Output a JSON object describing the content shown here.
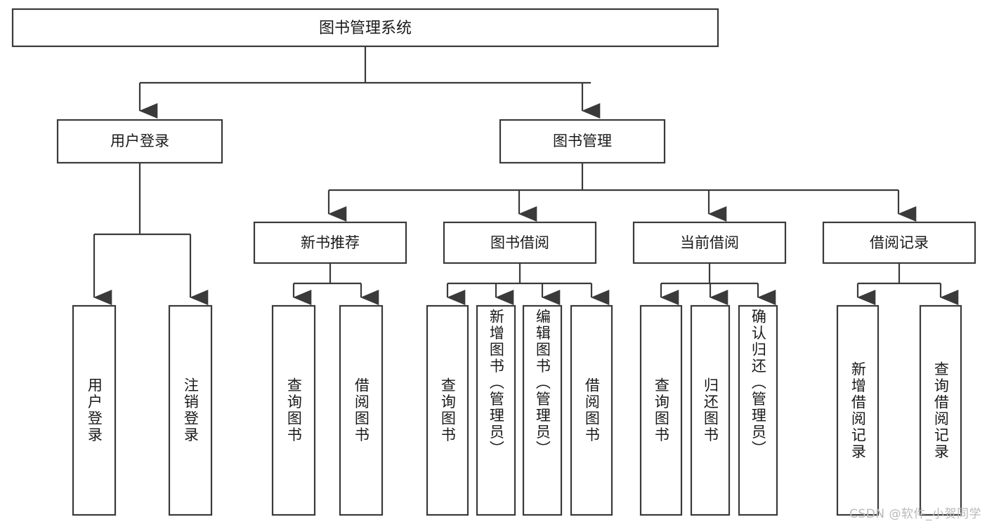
{
  "diagram": {
    "title": "图书管理系统",
    "type": "tree-hierarchy-diagram",
    "watermark": "CSDN @软件_小贺同学",
    "colors": {
      "stroke": "#3a3a3a",
      "box_fill": "#ffffff",
      "text": "#1a1a1a",
      "background": "#ffffff",
      "watermark": "#b9b9b9"
    },
    "root": {
      "label": "图书管理系统"
    },
    "level2": [
      {
        "label": "用户登录"
      },
      {
        "label": "图书管理"
      }
    ],
    "level3": [
      {
        "label": "新书推荐"
      },
      {
        "label": "图书借阅"
      },
      {
        "label": "当前借阅"
      },
      {
        "label": "借阅记录"
      }
    ],
    "leaves": {
      "user_login": [
        {
          "label": "用户登录"
        },
        {
          "label": "注销登录"
        }
      ],
      "new_book_recommend": [
        {
          "label": "查询图书"
        },
        {
          "label": "借阅图书"
        }
      ],
      "book_borrow": [
        {
          "label": "查询图书"
        },
        {
          "label": "新增图书（管理员）"
        },
        {
          "label": "编辑图书（管理员）"
        },
        {
          "label": "借阅图书"
        }
      ],
      "current_borrow": [
        {
          "label": "查询图书"
        },
        {
          "label": "归还图书"
        },
        {
          "label": "确认归还（管理员）"
        }
      ],
      "borrow_records": [
        {
          "label": "新增借阅记录"
        },
        {
          "label": "查询借阅记录"
        }
      ]
    }
  }
}
